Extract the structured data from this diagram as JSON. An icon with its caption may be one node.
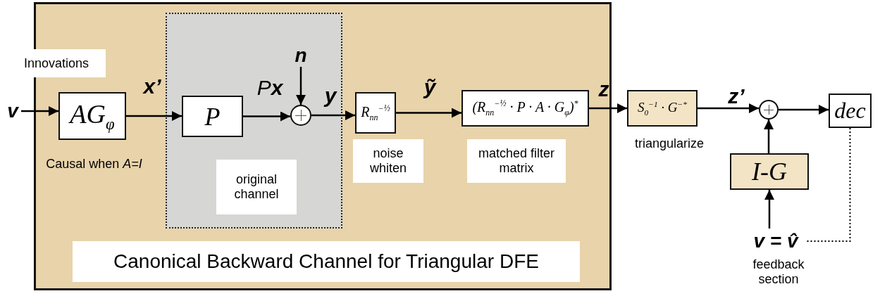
{
  "diagram": {
    "nodes": [
      {
        "text": [
          "Canonical Backward Channel for Triangular DFE"
        ]
      },
      {
        "text": [
          "original channel"
        ],
        "in": 0
      },
      {
        "text": [
          "v"
        ]
      },
      {
        "text": [
          "AG$_{φ}$"
        ],
        "in": 0,
        "beside": [
          "Causal when *A=I*"
        ]
      },
      {
        "text": [
          "P"
        ],
        "in": 1
      },
      {
        "text": [],
        "shape": "circle",
        "in": 1
      },
      {
        "text": [
          "n"
        ],
        "in": 1
      },
      {
        "text": [
          "R$_{nn}$$^{−½}$"
        ],
        "in": 0,
        "beside": [
          "noise whiten"
        ]
      },
      {
        "text": [
          "(R$_{nn}$$^{−½}$ · P · A · G$_{φ}$)$^{*}$"
        ],
        "in": 0,
        "beside": [
          "matched filter matrix"
        ]
      },
      {
        "text": [
          "S$_{0}$$^{−1}$ · G$^{−*}$"
        ],
        "beside": [
          "triangularize"
        ]
      },
      {
        "text": [],
        "shape": "circle"
      },
      {
        "text": [
          "dec"
        ]
      },
      {
        "text": [
          "I-G"
        ]
      },
      {
        "text": [
          "**v** = **v̂**"
        ],
        "beside": [
          "feedback section"
        ]
      }
    ],
    "edges": [
      {
        "from": 2,
        "to": 3,
        "arrow": "to"
      },
      {
        "from": 3,
        "to": 4,
        "arrow": "to"
      },
      {
        "from": 4,
        "to": 5,
        "arrow": "to"
      },
      {
        "from": 6,
        "to": 5,
        "arrow": "to"
      },
      {
        "from": 5,
        "to": 7,
        "arrow": "to"
      },
      {
        "from": 7,
        "to": 8,
        "arrow": "to"
      },
      {
        "from": 8,
        "to": 9,
        "arrow": "to"
      },
      {
        "from": 9,
        "to": 10,
        "arrow": "to"
      },
      {
        "from": 10,
        "to": 11,
        "arrow": "to"
      },
      {
        "from": 12,
        "to": 10,
        "arrow": "to"
      },
      {
        "from": 13,
        "to": 12,
        "arrow": "to"
      },
      {
        "from": 11,
        "to": 13,
        "arrow": "none",
        "style": "dashed"
      }
    ],
    "labels": [
      "Innovations",
      "x’",
      "P**x**",
      "y",
      "ỹ",
      "z",
      "z’"
    ]
  }
}
